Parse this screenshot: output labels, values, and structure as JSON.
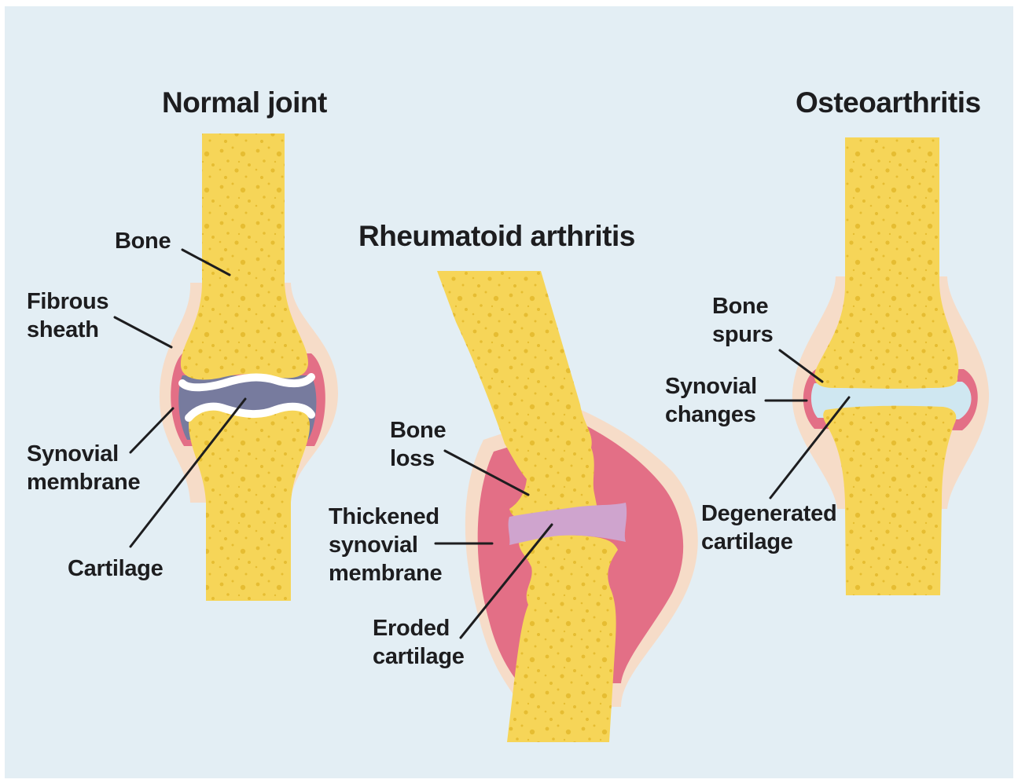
{
  "colors": {
    "background": "#e3eef4",
    "bone": "#f6d558",
    "bone_dots": "#e6bd32",
    "sheath": "#f6dcc8",
    "synovial": "#e36f86",
    "normal_fluid": "#777b9e",
    "cartilage_white": "#ffffff",
    "ra_cartilage": "#cfa4ce",
    "oa_fluid": "#cfe7f1",
    "leader_line": "#1d1d1f",
    "text": "#1d1d1f"
  },
  "normal_joint": {
    "title": "Normal joint",
    "labels": {
      "bone": "Bone",
      "fibrous_sheath": [
        "Fibrous",
        "sheath"
      ],
      "synovial_membrane": [
        "Synovial",
        "membrane"
      ],
      "cartilage": "Cartilage"
    }
  },
  "rheumatoid_arthritis": {
    "title": "Rheumatoid arthritis",
    "labels": {
      "bone_loss": [
        "Bone",
        "loss"
      ],
      "thickened_synovial_membrane": [
        "Thickened",
        "synovial",
        "membrane"
      ],
      "eroded_cartilage": [
        "Eroded",
        "cartilage"
      ]
    }
  },
  "osteoarthritis": {
    "title": "Osteoarthritis",
    "labels": {
      "bone_spurs": [
        "Bone",
        "spurs"
      ],
      "synovial_changes": [
        "Synovial",
        "changes"
      ],
      "degenerated_cartilage": [
        "Degenerated",
        "cartilage"
      ]
    }
  }
}
